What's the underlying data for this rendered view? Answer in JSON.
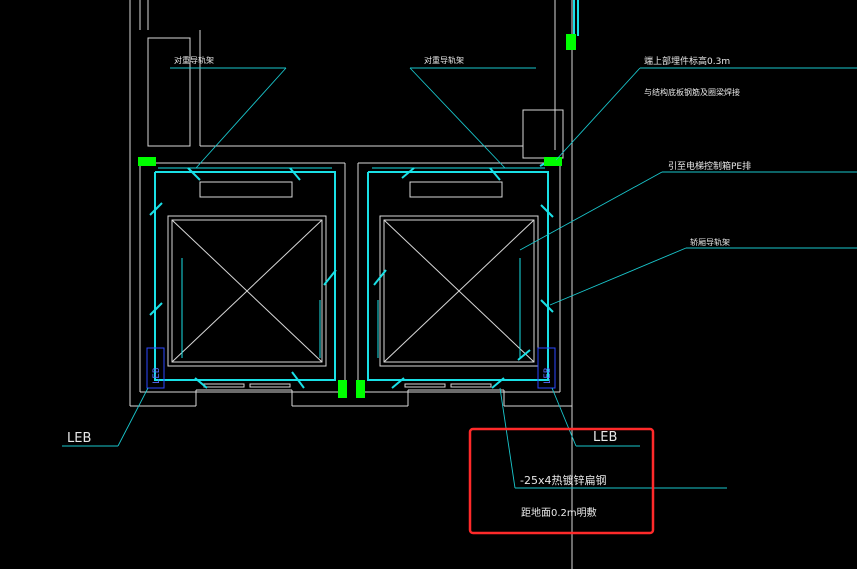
{
  "labels": {
    "guide_rail_left": "对重导轨架",
    "guide_rail_right": "对重导轨架",
    "pit_note_1": "端上部埋件标高0.3m",
    "pit_note_2": "与结构底板钢筋及圈梁焊接",
    "pe_note": "引至电梯控制箱PE排",
    "rail_frame": "轿厢导轨架",
    "leb_left": "LEB",
    "leb_right": "LEB",
    "leb_box_left": "LEB",
    "leb_box_right": "LEB",
    "flat_steel": "-25x4热镀锌扁钢",
    "height_note": "距地面0.2m明敷"
  },
  "colors": {
    "background": "#000000",
    "wall": "#d8d8d8",
    "conductor": "#19e0e6",
    "ground_block": "#00ff00",
    "highlight_box": "#ff2a2a",
    "leb_box": "#2c49ff"
  }
}
